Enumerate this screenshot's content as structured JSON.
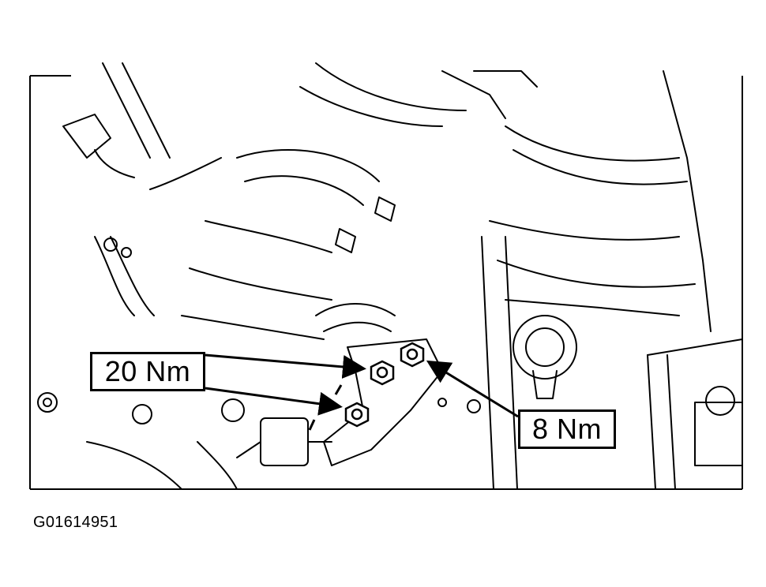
{
  "callouts": {
    "upper_torque": "20 Nm",
    "lower_torque": "8 Nm"
  },
  "figure": {
    "id": "G01614951"
  },
  "colors": {
    "line": "#000000",
    "background": "#ffffff"
  }
}
